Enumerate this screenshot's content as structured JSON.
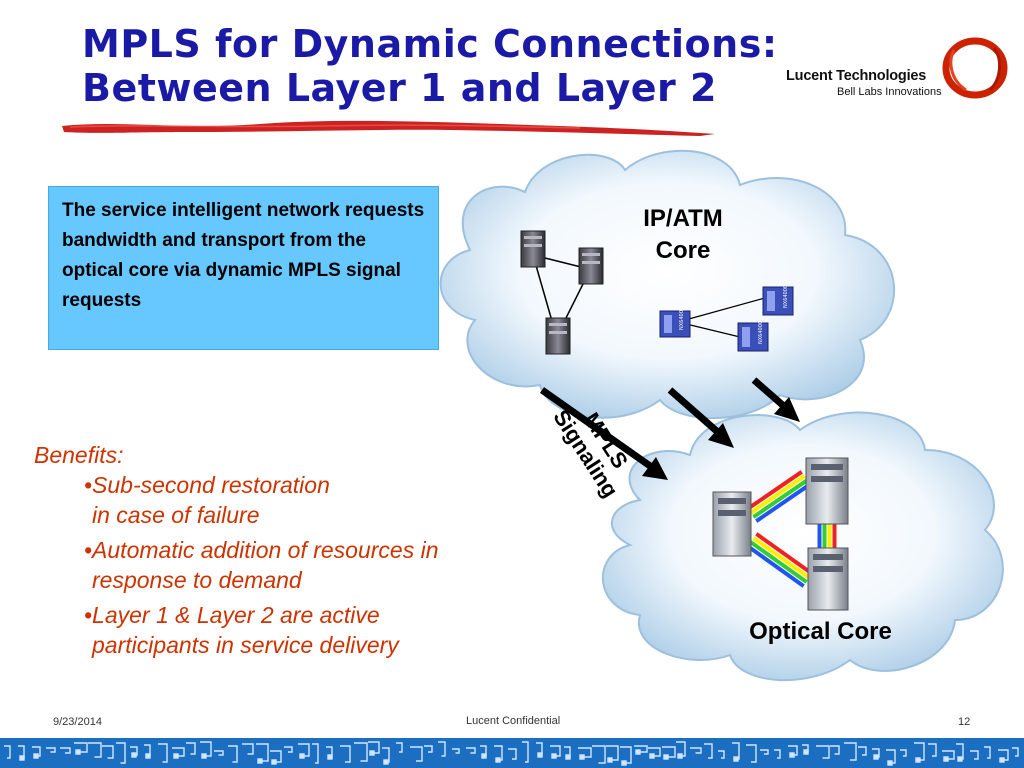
{
  "slide": {
    "title_line1": "MPLS for Dynamic Connections:",
    "title_line2": "Between Layer 1 and Layer 2"
  },
  "logo": {
    "name": "Lucent Technologies",
    "tagline": "Bell Labs Innovations",
    "color": "#cc2200"
  },
  "callout": {
    "text": "The service intelligent network requests bandwidth and transport from the optical core via dynamic MPLS signal requests",
    "background": "#66c8ff"
  },
  "diagram": {
    "top_cloud_label_line1": "IP/ATM",
    "top_cloud_label_line2": "Core",
    "bottom_cloud_label": "Optical Core",
    "signaling_label_line1": "MPLS",
    "signaling_label_line2": "Signaling",
    "device_tag": "NX64000",
    "wavelength_colors": [
      "#ee2222",
      "#ffee00",
      "#33cc33",
      "#2255ee"
    ]
  },
  "benefits": {
    "heading": "Benefits:",
    "items": [
      {
        "line1": "•Sub-second restoration",
        "line2": " in case of failure"
      },
      {
        "line1": "•Automatic addition of resources in",
        "line2": "response to demand"
      },
      {
        "line1": "•Layer 1 & Layer 2 are active",
        "line2": "participants in service delivery"
      }
    ],
    "color": "#cc3300"
  },
  "footer": {
    "date": "9/23/2014",
    "confidential": "Lucent Confidential",
    "page": "12"
  }
}
